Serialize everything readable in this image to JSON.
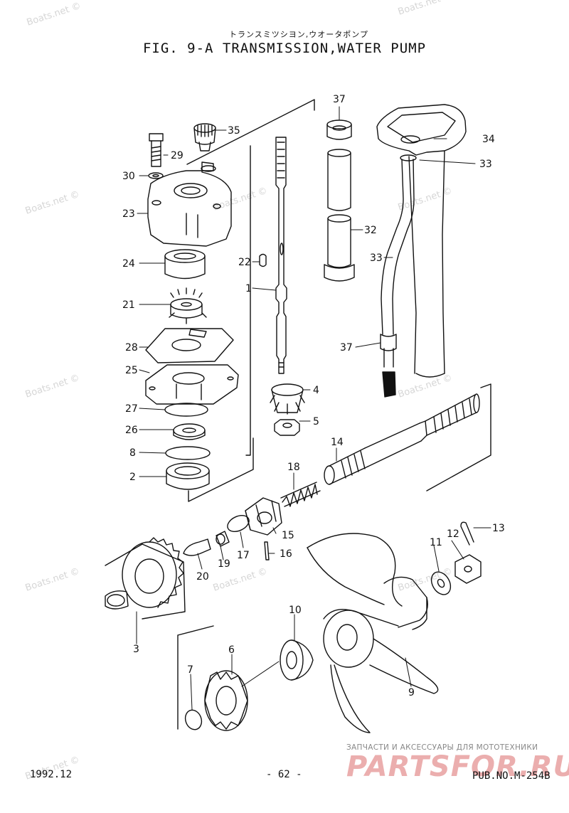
{
  "header": {
    "subtitle_jp": "トランスミツシヨン,ウオータポンプ",
    "title": "FIG.  9-A TRANSMISSION,WATER PUMP"
  },
  "watermark_text": "Boats.net ©",
  "callouts": {
    "c37a": "37",
    "c35": "35",
    "c34": "34",
    "c33a": "33",
    "c29": "29",
    "c30": "30",
    "c23": "23",
    "c32": "32",
    "c24": "24",
    "c22": "22",
    "c33b": "33",
    "c1": "1",
    "c21": "21",
    "c28": "28",
    "c37b": "37",
    "c25": "25",
    "c4": "4",
    "c27": "27",
    "c5": "5",
    "c26": "26",
    "c14": "14",
    "c8": "8",
    "c18": "18",
    "c2": "2",
    "c13": "13",
    "c12": "12",
    "c15": "15",
    "c11": "11",
    "c17": "17",
    "c16": "16",
    "c19": "19",
    "c20": "20",
    "c3": "3",
    "c10": "10",
    "c6": "6",
    "c9": "9",
    "c7": "7"
  },
  "footer": {
    "date": "1992.12",
    "page": "- 62 -",
    "pub": "PUB.NO.M-254B"
  },
  "banner": {
    "tagline": "ЗАПЧАСТИ И АКСЕССУАРЫ ДЛЯ МОТОТЕХНИКИ",
    "logo": "PARTSFOR.RU"
  }
}
